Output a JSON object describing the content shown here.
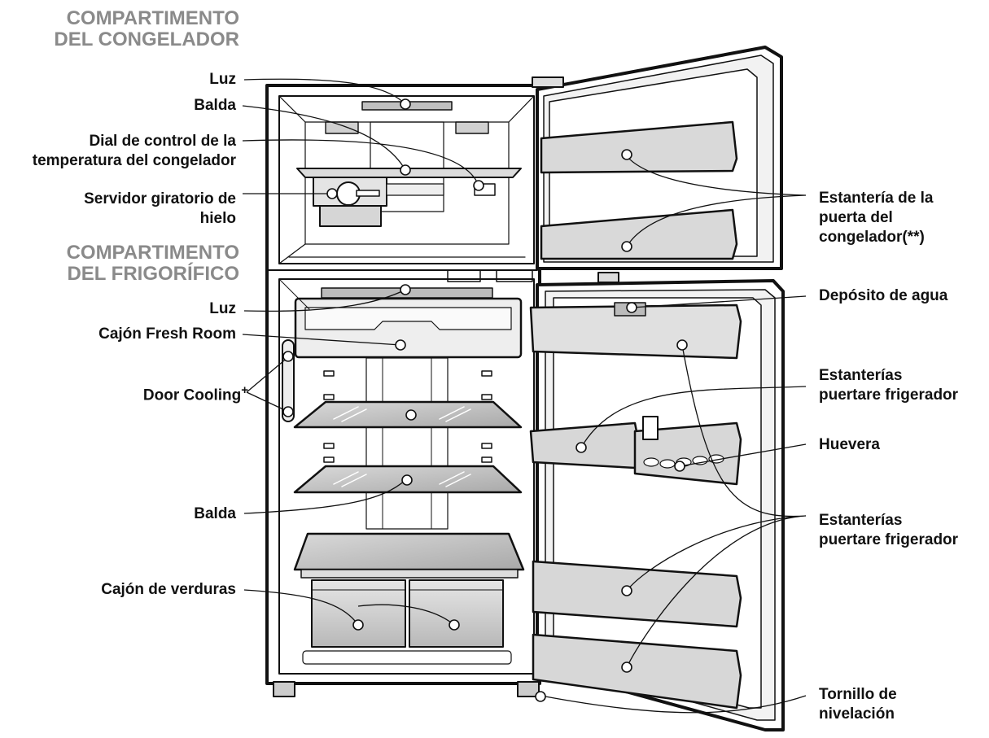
{
  "sections": {
    "freezer": [
      "COMPARTIMENTO",
      "DEL CONGELADOR"
    ],
    "fridge": [
      "COMPARTIMENTO",
      "DEL FRIGORÍFICO"
    ]
  },
  "left_labels": {
    "luz_top": "Luz",
    "balda_top": "Balda",
    "dial": [
      "Dial de control de la",
      "temperatura del congelador"
    ],
    "servidor": [
      "Servidor giratorio de",
      "hielo"
    ],
    "luz_fridge": "Luz",
    "cajon_fresh": "Cajón Fresh Room",
    "door_cooling": "Door Cooling",
    "door_cooling_mark": "+",
    "balda_fridge": "Balda",
    "cajon_verduras": "Cajón de verduras"
  },
  "right_labels": {
    "estanteria_congelador": [
      "Estantería de la",
      "puerta del",
      "congelador(**)"
    ],
    "deposito": "Depósito de agua",
    "estanterias_1": [
      "Estanterías",
      "puertare frigerador"
    ],
    "huevera": "Huevera",
    "estanterias_2": [
      "Estanterías",
      "puertare frigerador"
    ],
    "tornillo": [
      "Tornillo de",
      "nivelación"
    ]
  },
  "colors": {
    "label_text": "#111111",
    "section_text": "#8a8a8a",
    "outline": "#111111",
    "panel_gray": "#c9c9c9",
    "glass_gray": "#bdbdbd"
  }
}
